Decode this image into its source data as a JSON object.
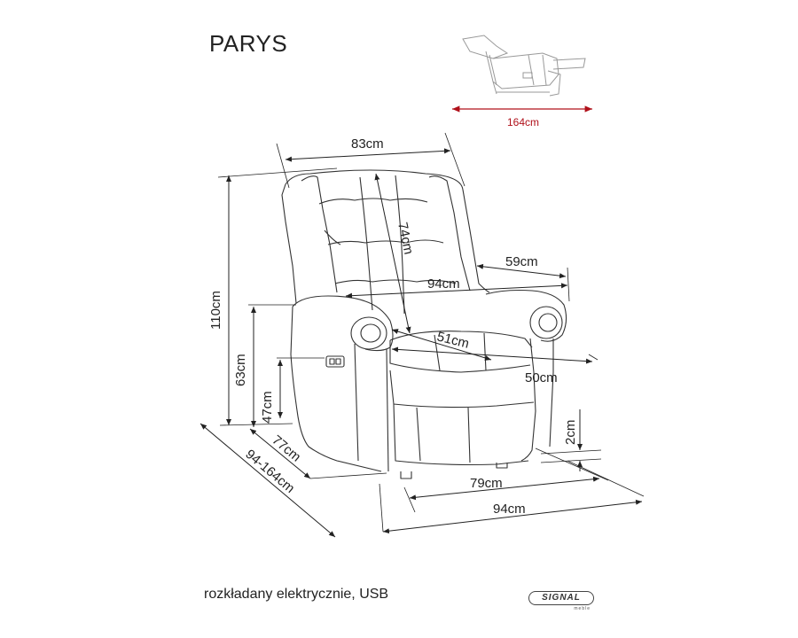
{
  "title": "PARYS",
  "caption": "rozkładany elektrycznie, USB",
  "brand": {
    "name": "SIGNAL",
    "sub": "meble"
  },
  "dimensions": {
    "reclined_length": "164cm",
    "top_width": "83cm",
    "back_height": "74cm",
    "armrest_depth": "59cm",
    "inner_width": "94cm",
    "total_height": "110cm",
    "seat_depth": "51cm",
    "seat_width": "50cm",
    "armrest_height": "63cm",
    "seat_height": "47cm",
    "leg_height": "2cm",
    "base_depth": "77cm",
    "depth_range": "94-164cm",
    "front_width": "79cm",
    "total_width": "94cm"
  },
  "colors": {
    "line": "#222222",
    "accent": "#b0101a"
  }
}
